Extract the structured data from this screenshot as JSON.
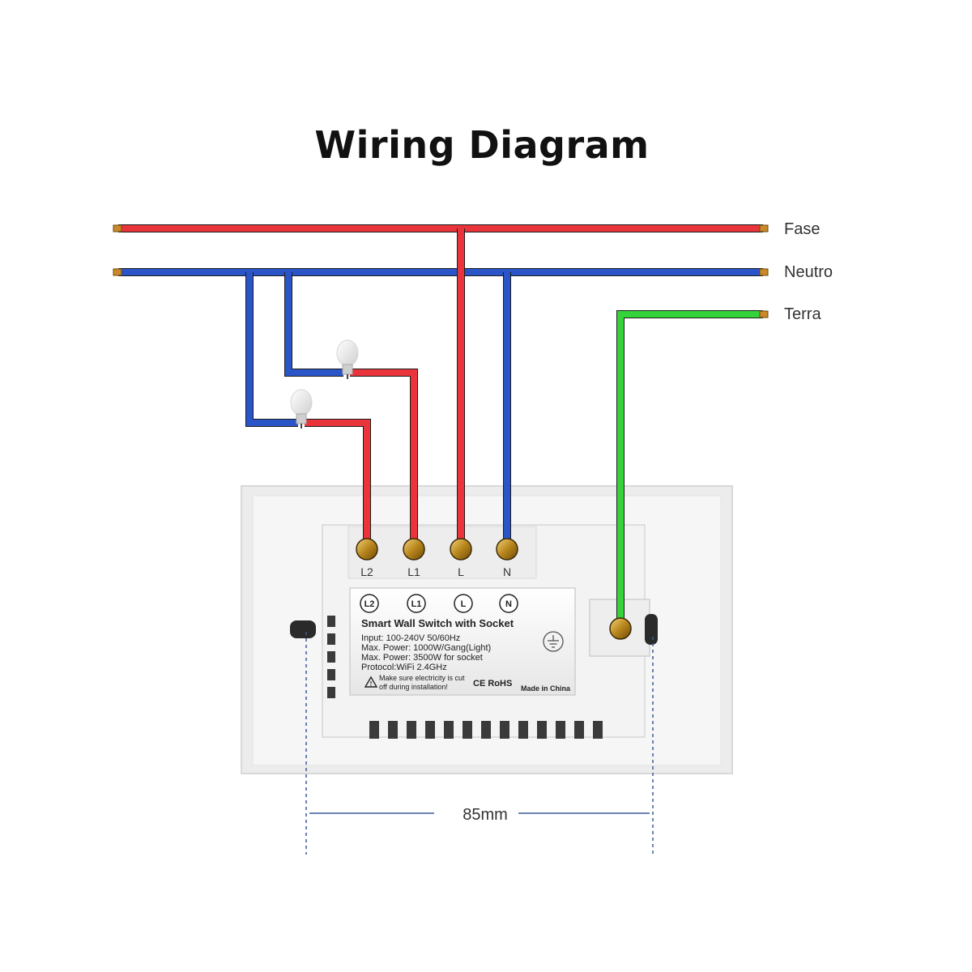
{
  "title": "Wiring Diagram",
  "wire_labels": {
    "phase": "Fase",
    "neutral": "Neutro",
    "earth": "Terra"
  },
  "terminals": [
    "L2",
    "L1",
    "L",
    "N"
  ],
  "label_plate": {
    "heading": "Smart Wall Switch with Socket",
    "specs": [
      "Input: 100-240V 50/60Hz",
      "Max. Power: 1000W/Gang(Light)",
      "Max. Power: 3500W for socket",
      "Protocol:WiFi 2.4GHz"
    ],
    "warning": [
      "Make sure electricity is cut",
      "off during installation!"
    ],
    "cert": "CE RoHS",
    "origin": "Made in China"
  },
  "dimension": "85mm",
  "colors": {
    "phase": "#e8343a",
    "neutral": "#2a55c9",
    "earth": "#35d33a"
  }
}
